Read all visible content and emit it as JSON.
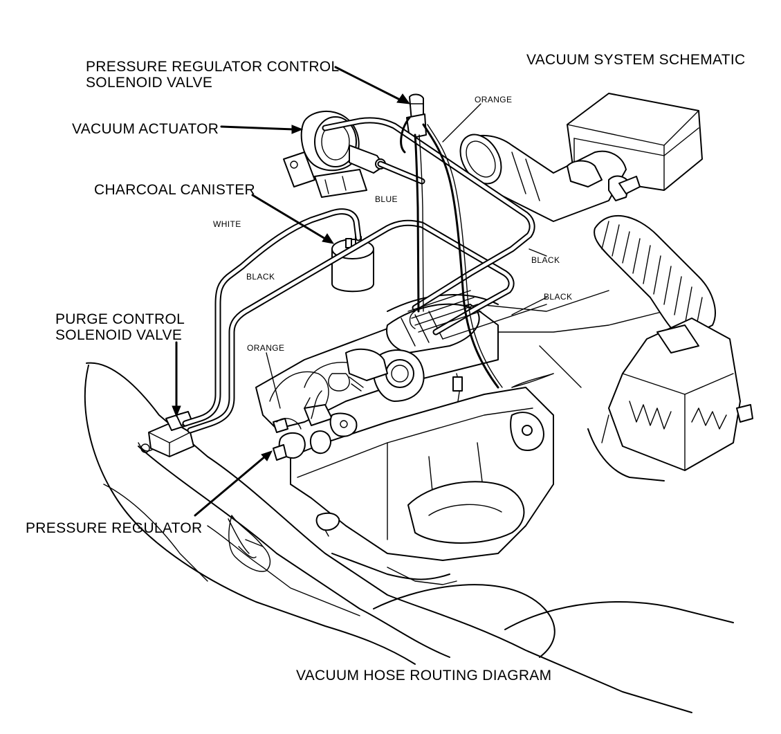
{
  "title": "VACUUM SYSTEM SCHEMATIC",
  "caption": "VACUUM HOSE ROUTING DIAGRAM",
  "callouts": {
    "pressure_regulator_control_solenoid_valve": [
      "PRESSURE REGULATOR CONTROL",
      "SOLENOID VALVE"
    ],
    "vacuum_actuator": "VACUUM ACTUATOR",
    "charcoal_canister": "CHARCOAL CANISTER",
    "purge_control_solenoid_valve": [
      "PURGE CONTROL",
      "SOLENOID VALVE"
    ],
    "pressure_regulator": "PRESSURE REGULATOR"
  },
  "hose_labels": {
    "orange_top": "ORANGE",
    "blue": "BLUE",
    "white": "WHITE",
    "black_left": "BLACK",
    "black_right_upper": "BLACK",
    "black_right_lower": "BLACK",
    "orange_lower": "ORANGE"
  }
}
